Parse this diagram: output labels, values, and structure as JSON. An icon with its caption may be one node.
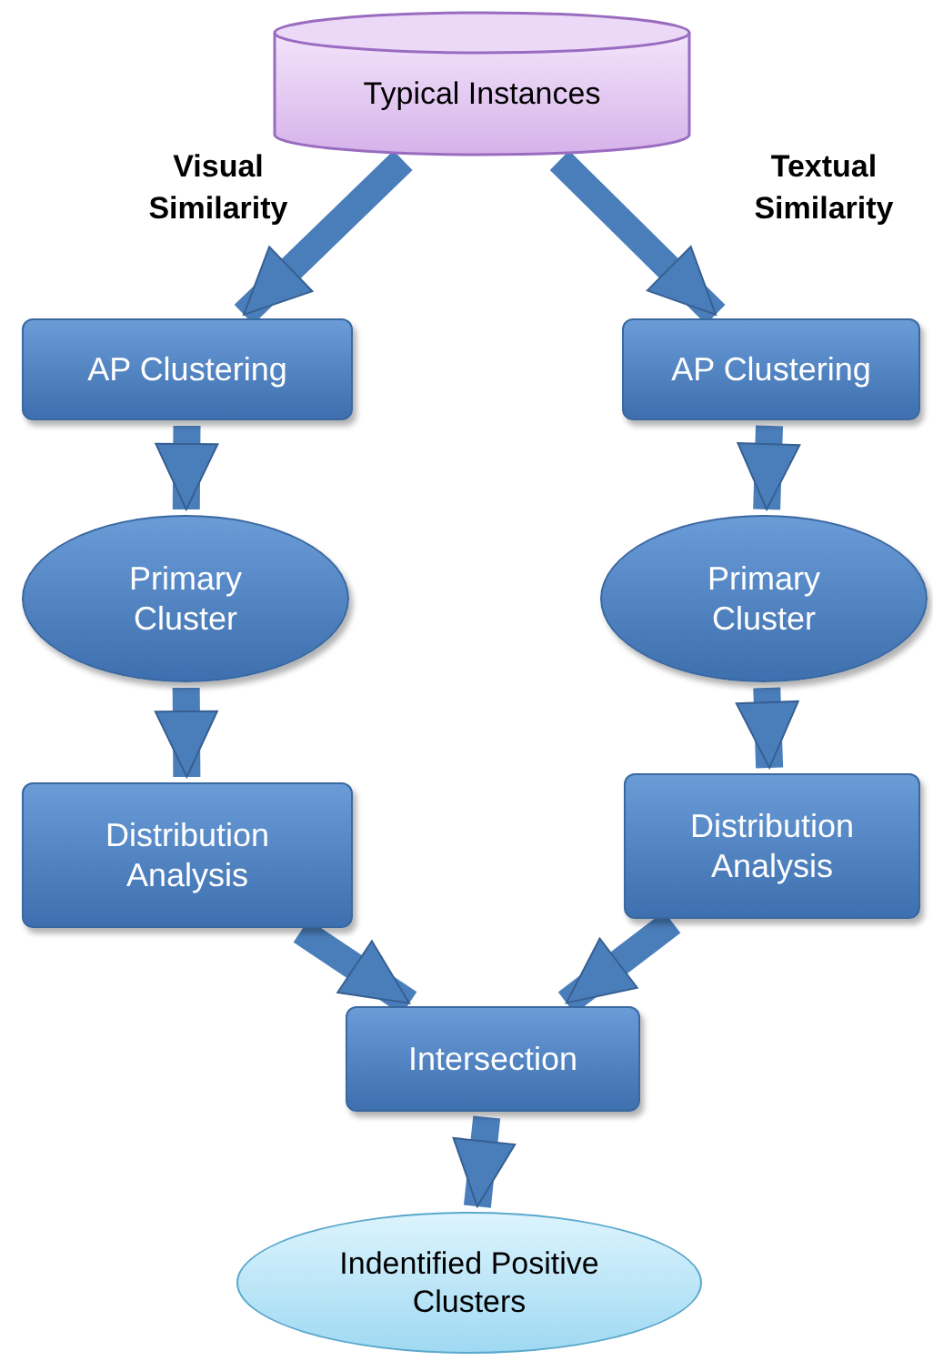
{
  "diagram": {
    "nodes": [
      {
        "text": [
          "Typical Instances"
        ]
      },
      {
        "text": [
          "AP Clustering"
        ]
      },
      {
        "text": [
          "Primary Cluster"
        ]
      },
      {
        "text": [
          "Distribution Analysis"
        ]
      },
      {
        "text": [
          "AP Clustering"
        ]
      },
      {
        "text": [
          "Primary Cluster"
        ]
      },
      {
        "text": [
          "Distribution Analysis"
        ]
      },
      {
        "text": [
          "Intersection"
        ]
      },
      {
        "text": [
          "Indentified Positive Clusters"
        ]
      }
    ],
    "edges": [
      {
        "from": 0,
        "to": 1,
        "arrow": "to"
      },
      {
        "from": 0,
        "to": 4,
        "arrow": "to"
      },
      {
        "from": 1,
        "to": 2,
        "arrow": "to"
      },
      {
        "from": 2,
        "to": 3,
        "arrow": "to"
      },
      {
        "from": 4,
        "to": 5,
        "arrow": "to"
      },
      {
        "from": 5,
        "to": 6,
        "arrow": "to"
      },
      {
        "from": 3,
        "to": 7,
        "arrow": "to"
      },
      {
        "from": 6,
        "to": 7,
        "arrow": "to"
      },
      {
        "from": 7,
        "to": 8,
        "arrow": "to"
      }
    ],
    "labels": [
      "Visual Similarity",
      "Textual Similarity"
    ]
  }
}
